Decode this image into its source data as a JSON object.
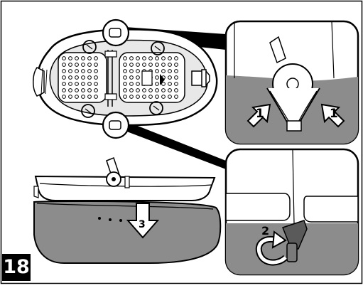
{
  "step_number": "18",
  "callouts": {
    "latch_squeeze": "1",
    "latch_squeeze_right": "1",
    "latch_rotate": "2",
    "pull_down": "3"
  },
  "colors": {
    "outline": "#000000",
    "base_fill": "#8c8c8c",
    "shell_fill": "#ffffff",
    "grey_light": "#bdbdbd",
    "badge": "#000000"
  }
}
